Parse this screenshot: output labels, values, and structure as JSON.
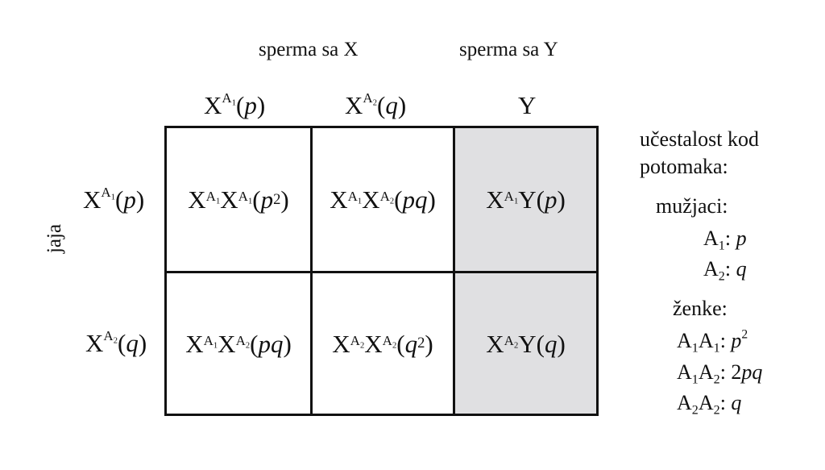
{
  "header": {
    "sperm_x": "sperma sa X",
    "sperm_y": "sperma sa Y",
    "columns": [
      {
        "base": "X",
        "sup": "A",
        "supsub": "1",
        "open": "(",
        "var": "p",
        "close": ")"
      },
      {
        "base": "X",
        "sup": "A",
        "supsub": "2",
        "open": "(",
        "var": "q",
        "close": ")"
      },
      {
        "base": "Y"
      }
    ]
  },
  "side": {
    "label": "jaja",
    "rows": [
      {
        "base": "X",
        "sup": "A",
        "supsub": "1",
        "open": "(",
        "var": "p",
        "close": ")"
      },
      {
        "base": "X",
        "sup": "A",
        "supsub": "2",
        "open": "(",
        "var": "q",
        "close": ")"
      }
    ]
  },
  "cells": [
    [
      {
        "g1": "X",
        "s1": "A",
        "ss1": "1",
        "g2": "X",
        "s2": "A",
        "ss2": "1",
        "open": "(",
        "v": "p",
        "exp": "2",
        "close": ")"
      },
      {
        "g1": "X",
        "s1": "A",
        "ss1": "1",
        "g2": "X",
        "s2": "A",
        "ss2": "2",
        "open": "(",
        "v": "pq",
        "close": ")"
      },
      {
        "g1": "X",
        "s1": "A",
        "ss1": "1",
        "g2": "Y",
        "open": "(",
        "v": "p",
        "close": ")"
      }
    ],
    [
      {
        "g1": "X",
        "s1": "A",
        "ss1": "1",
        "g2": "X",
        "s2": "A",
        "ss2": "2",
        "open": "(",
        "v": "pq",
        "close": ")"
      },
      {
        "g1": "X",
        "s1": "A",
        "ss1": "2",
        "g2": "X",
        "s2": "A",
        "ss2": "2",
        "open": "(",
        "v": "q",
        "exp": "2",
        "close": ")"
      },
      {
        "g1": "X",
        "s1": "A",
        "ss1": "2",
        "g2": "Y",
        "open": "(",
        "v": "q",
        "close": ")"
      }
    ]
  ],
  "legend": {
    "title_line1": "učestalost kod",
    "title_line2": "potomaka:",
    "males_label": "mužjaci:",
    "males": [
      {
        "a": "A",
        "as": "1",
        "sep": ": ",
        "val": "p"
      },
      {
        "a": "A",
        "as": "2",
        "sep": ": ",
        "val": "q"
      }
    ],
    "females_label": "ženke:",
    "females": [
      {
        "a": "A",
        "as": "1",
        "b": "A",
        "bs": "1",
        "sep": ": ",
        "val": "p",
        "exp": "2"
      },
      {
        "a": "A",
        "as": "1",
        "b": "A",
        "bs": "2",
        "sep": ": ",
        "num": "2",
        "val": "pq"
      },
      {
        "a": "A",
        "as": "2",
        "b": "A",
        "bs": "2",
        "sep": ": ",
        "val": "q"
      }
    ]
  },
  "colors": {
    "shade": "#e0e0e2",
    "ink": "#111111",
    "background": "#ffffff"
  }
}
